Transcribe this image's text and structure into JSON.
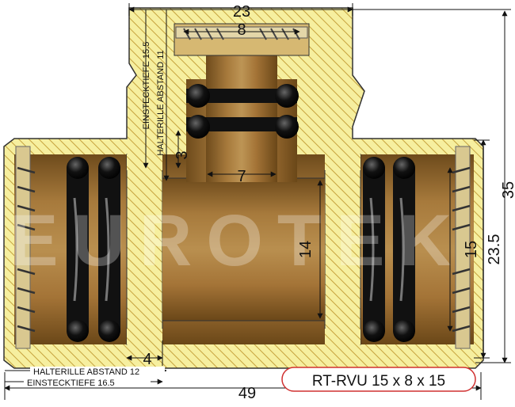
{
  "watermark": "EUROTEK",
  "product_label": "RT-RVU 15 x 8 x 15",
  "dimensions": {
    "top_width": "23",
    "branch_inner": "8",
    "branch_bore": "7",
    "main_bore": "14",
    "main_inner": "15",
    "outer_body": "23.5",
    "total_height": "35",
    "total_length": "49",
    "step": "4",
    "groove_offset": "3"
  },
  "vertical_labels": {
    "insertion_depth_branch": "EINSTECKTIEFE 15.5",
    "groove_distance_branch": "HALTERILLE ABSTAND 11"
  },
  "bottom_labels": {
    "groove_distance_main": "HALTERILLE ABSTAND 12",
    "insertion_depth_main": "EINSTECKTIEFE 16.5"
  },
  "colors": {
    "brass_fill": "#f4ec9a",
    "hatch": "#c9a43c",
    "bronze_core": "#a8783a",
    "oring": "#111111",
    "label_border": "#d03030"
  }
}
